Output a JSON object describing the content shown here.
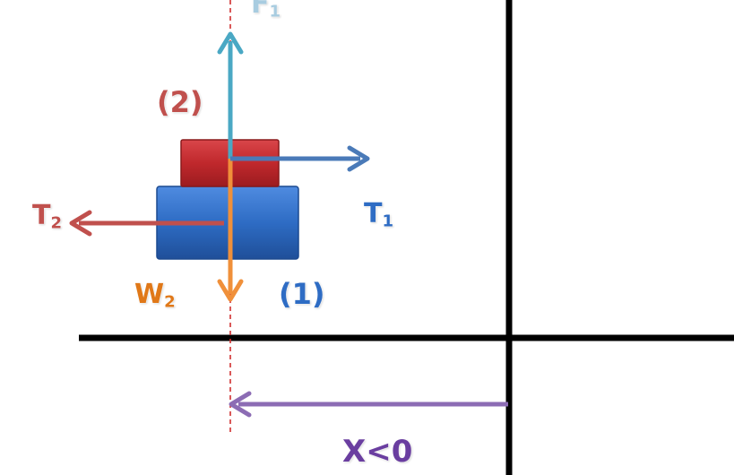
{
  "labels": {
    "force_up": {
      "main": "F",
      "sub": "1"
    },
    "body_top": "(2)",
    "tension_left": {
      "main": "T",
      "sub": "2"
    },
    "tension_right": {
      "main": "T",
      "sub": "1"
    },
    "weight": {
      "main": "W",
      "sub": "2"
    },
    "body_bottom": "(1)",
    "position": "X<0"
  },
  "colors": {
    "axes": "#000000",
    "block_top": "#c0282c",
    "block_bottom": "#2e6cc4",
    "arrow_force_up": "#4aa8c4",
    "arrow_tension_right": "#4a7ab8",
    "arrow_tension_left": "#c0504d",
    "arrow_weight": "#f0903a",
    "arrow_position": "#8c6cb4",
    "dashed_line": "#d03030",
    "label_f1": "#a8cce0",
    "label_body2": "#c0504d",
    "label_t2": "#c0504d",
    "label_t1": "#2e6cc4",
    "label_w2": "#e07818",
    "label_body1": "#2e6cc4",
    "label_x": "#6a3ea0"
  }
}
